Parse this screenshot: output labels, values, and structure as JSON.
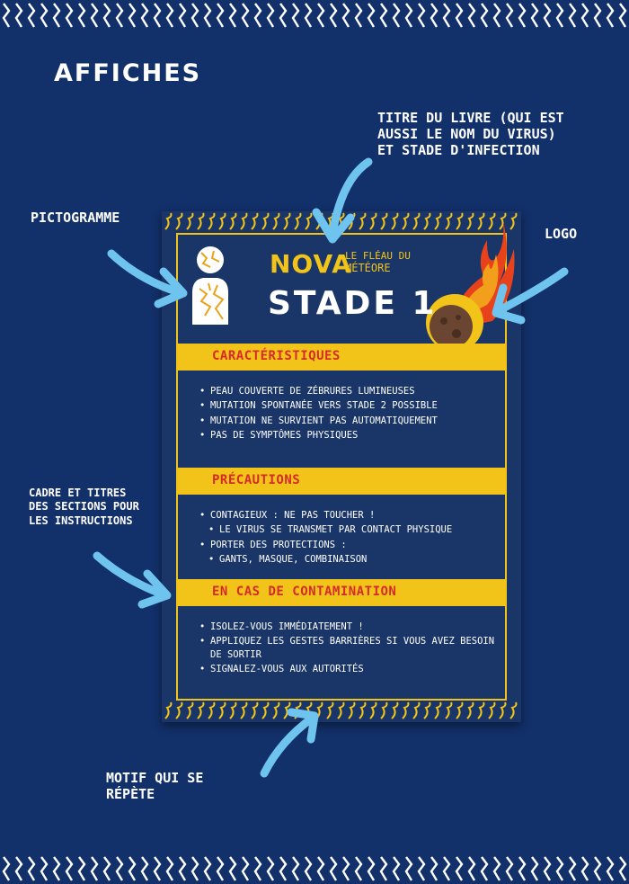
{
  "page": {
    "heading": "AFFICHES",
    "colors": {
      "background": "#12306a",
      "accent": "#f2c318",
      "section_title": "#d42c2c",
      "arrow": "#6ec4ef"
    }
  },
  "annotations": {
    "title": "TITRE DU LIVRE (QUI EST AUSSI LE NOM DU VIRUS) ET STADE D'INFECTION",
    "pictogram": "PICTOGRAMME",
    "logo": "LOGO",
    "frame": "CADRE ET TITRES DES SECTIONS POUR LES INSTRUCTIONS",
    "motif": "MOTIF QUI SE RÉPÈTE"
  },
  "poster": {
    "book_title": "NOVA",
    "book_subtitle_line1": "LE FLÉAU DU",
    "book_subtitle_line2": "MÉTÉORE",
    "stage": "STADE 1",
    "icons": {
      "pictogram": "infected-person-icon",
      "logo": "flaming-meteor-icon"
    },
    "sections": [
      {
        "title": "CARACTÉRISTIQUES",
        "items": [
          "PEAU COUVERTE DE ZÉBRURES LUMINEUSES",
          "MUTATION SPONTANÉE VERS STADE 2 POSSIBLE",
          "MUTATION NE SURVIENT PAS AUTOMATIQUEMENT",
          "PAS DE SYMPTÔMES PHYSIQUES"
        ]
      },
      {
        "title": "PRÉCAUTIONS",
        "items": [
          "CONTAGIEUX : NE PAS TOUCHER !",
          "LE VIRUS SE TRANSMET PAR CONTACT PHYSIQUE",
          "PORTER DES PROTECTIONS :",
          "GANTS, MASQUE, COMBINAISON"
        ]
      },
      {
        "title": "EN CAS DE CONTAMINATION",
        "items": [
          "ISOLEZ-VOUS IMMÉDIATEMENT !",
          "APPLIQUEZ LES GESTES BARRIÈRES SI VOUS AVEZ BESOIN DE SORTIR",
          "SIGNALEZ-VOUS AUX AUTORITÉS"
        ]
      }
    ]
  }
}
